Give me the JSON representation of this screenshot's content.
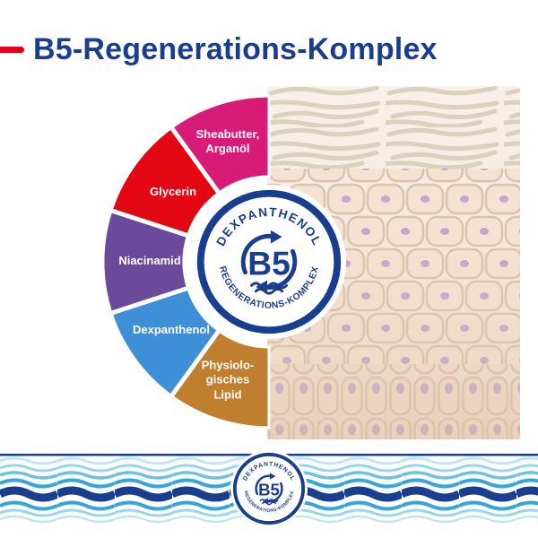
{
  "title": "B5-Regenerations-Komplex",
  "accent": {
    "red": "#e2001a",
    "navy": "#1a3e8f"
  },
  "chart_data": {
    "type": "pie",
    "title": "",
    "categories": [
      "Sheabutter, Arganöl",
      "Glycerin",
      "Niacinamid",
      "Dexpanthenol",
      "Physiologisches Lipid"
    ],
    "values": [
      20,
      20,
      20,
      20,
      20
    ],
    "legend_position": "none",
    "segments": [
      {
        "label": "Sheabutter,\nArganöl",
        "color": "#d81b77"
      },
      {
        "label": "Glycerin",
        "color": "#e30613"
      },
      {
        "label": "Niacinamid",
        "color": "#6b4a9c"
      },
      {
        "label": "Dexpanthenol",
        "color": "#3f8fd8"
      },
      {
        "label": "Physiolo-\ngisches\nLipid",
        "color": "#c07f2e"
      }
    ]
  },
  "badge": {
    "top_text": "DEXPANTHENOL",
    "center_text": "B5",
    "bottom_text": "REGENERATIONS-KOMPLEX"
  }
}
